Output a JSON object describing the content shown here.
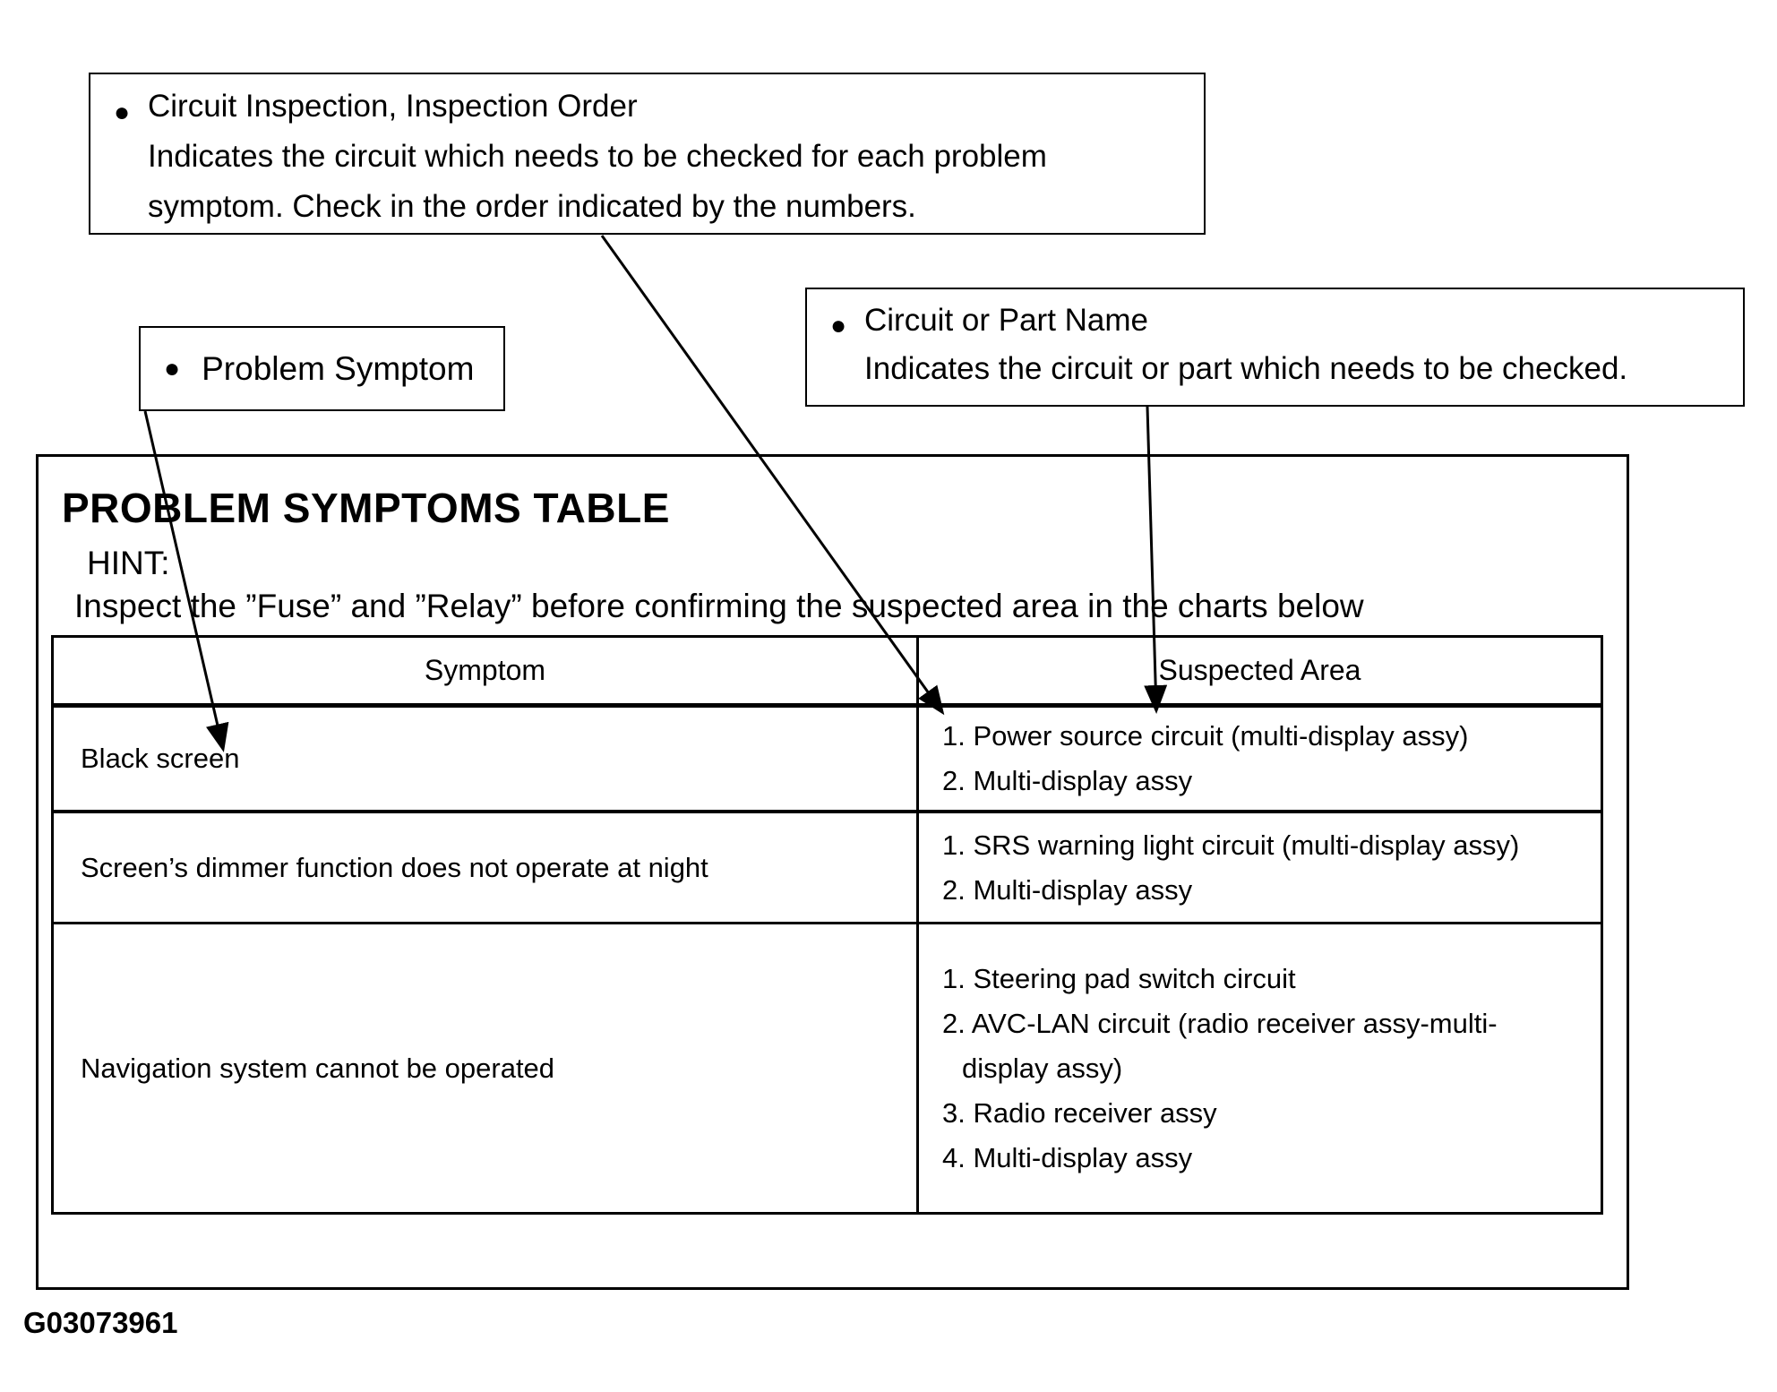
{
  "icons": {
    "bullet": "●"
  },
  "callouts": {
    "inspection_order": {
      "title": "Circuit Inspection, Inspection Order",
      "line2": "Indicates the circuit which needs to be checked for each problem",
      "line3": "symptom. Check in the order indicated by the numbers."
    },
    "problem_symptom": {
      "label": "Problem Symptom"
    },
    "circuit_or_part": {
      "title": "Circuit or Part Name",
      "line2": "Indicates the circuit or part which needs to be checked."
    }
  },
  "main": {
    "title": "PROBLEM SYMPTOMS TABLE",
    "hint_label": "HINT:",
    "hint_text": "Inspect the ”Fuse” and ”Relay” before confirming the suspected area in the charts below",
    "table": {
      "headers": {
        "symptom": "Symptom",
        "suspected_area": "Suspected Area"
      },
      "rows": [
        {
          "symptom": "Black screen",
          "suspected": [
            {
              "text": "1. Power source circuit (multi-display assy)"
            },
            {
              "text": "2. Multi-display assy"
            }
          ]
        },
        {
          "symptom": "Screen’s dimmer function does not operate at night",
          "suspected": [
            {
              "text": "1. SRS warning light circuit (multi-display assy)"
            },
            {
              "text": "2. Multi-display assy"
            }
          ]
        },
        {
          "symptom": "Navigation system cannot be operated",
          "suspected": [
            {
              "text": "1. Steering pad switch circuit"
            },
            {
              "text": "2. AVC-LAN circuit (radio receiver assy-multi-"
            },
            {
              "text": "display assy)",
              "cont": true
            },
            {
              "text": "3. Radio receiver assy"
            },
            {
              "text": "4. Multi-display assy"
            }
          ]
        }
      ]
    }
  },
  "footer": {
    "figure_id": "G03073961"
  }
}
